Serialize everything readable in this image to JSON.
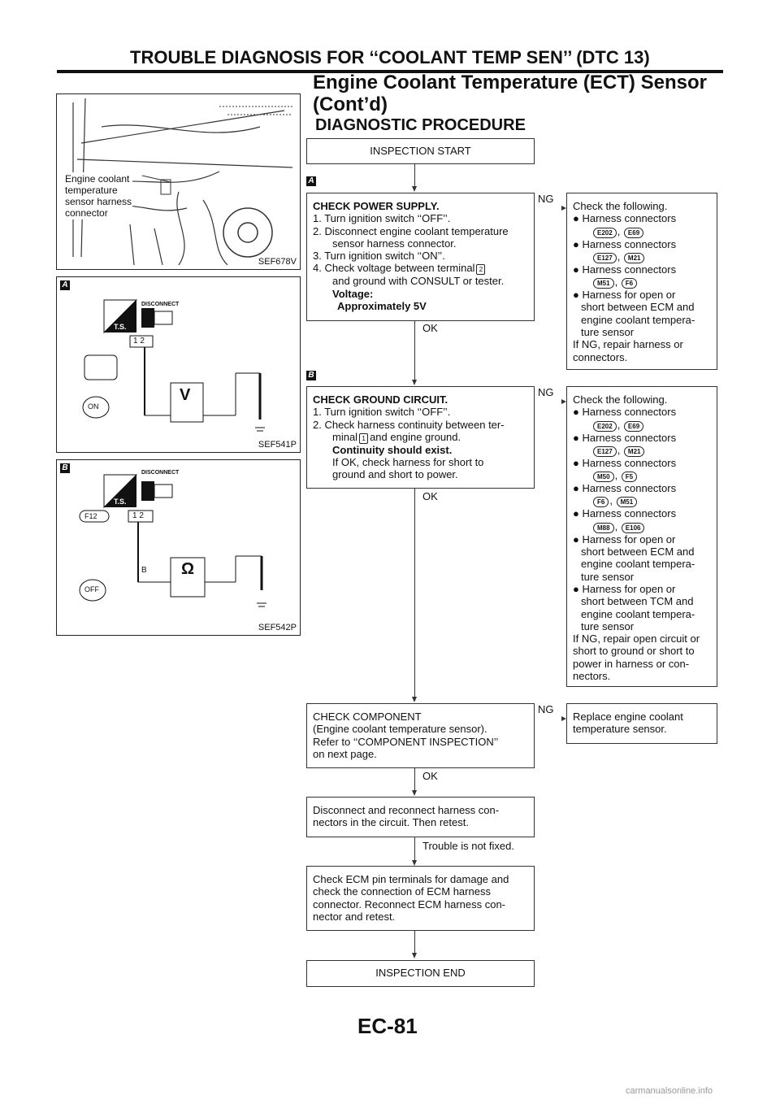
{
  "header": {
    "title": "TROUBLE DIAGNOSIS FOR ‘‘COOLANT TEMP SEN’’ (DTC 13)",
    "subtitle_line1": "Engine Coolant Temperature (ECT) Sensor",
    "subtitle_line2": "(Cont’d)"
  },
  "section_title": "DIAGNOSTIC PROCEDURE",
  "figures": {
    "photo": {
      "id": "SEF678V",
      "label_line1": "Engine coolant",
      "label_line2": "temperature",
      "label_line3": "sensor harness",
      "label_line4": "connector"
    },
    "fig_a": {
      "id": "SEF541P",
      "tag": "A",
      "disconnect": "DISCONNECT",
      "ts": "T.S.",
      "pins": "1 2",
      "meter": "V",
      "key": "ON"
    },
    "fig_b": {
      "id": "SEF542P",
      "tag": "B",
      "disconnect": "DISCONNECT",
      "ts": "T.S.",
      "conn": "F12",
      "pins": "1 2",
      "meter": "Ω",
      "wire": "B",
      "key": "OFF"
    }
  },
  "flow": {
    "start": "INSPECTION START",
    "step1": {
      "tag": "A",
      "title": "CHECK POWER SUPPLY.",
      "l1": "1. Turn ignition switch ‘‘OFF’’.",
      "l2": "2. Disconnect engine coolant temperature",
      "l3": "sensor harness connector.",
      "l4": "3. Turn ignition switch ‘‘ON’’.",
      "l5": "4. Check voltage between terminal",
      "pin": "2",
      "l6": "and ground with CONSULT or tester.",
      "l7": "Voltage:",
      "l8": "Approximately 5V",
      "ok": "OK",
      "ng": "NG"
    },
    "ng1": {
      "intro": "Check the following.",
      "b1": "Harness connectors",
      "c1a": "E202",
      "c1b": "E69",
      "b2": "Harness connectors",
      "c2a": "E127",
      "c2b": "M21",
      "b3": "Harness connectors",
      "c3a": "M51",
      "c3b": "F6",
      "b4a": "Harness for open or",
      "b4b": "short between ECM and",
      "b4c": "engine coolant tempera-",
      "b4d": "ture sensor",
      "e1": "If NG, repair harness or",
      "e2": "connectors."
    },
    "step2": {
      "tag": "B",
      "title": "CHECK GROUND CIRCUIT.",
      "l1": "1. Turn ignition switch ‘‘OFF’’.",
      "l2": "2. Check harness continuity between ter-",
      "l3a": "minal",
      "pin": "1",
      "l3b": "and engine ground.",
      "l4": "Continuity should exist.",
      "l5": "If OK, check harness for short to",
      "l6": "ground and short to power.",
      "ok": "OK",
      "ng": "NG"
    },
    "ng2": {
      "intro": "Check the following.",
      "b1": "Harness connectors",
      "c1a": "E202",
      "c1b": "E69",
      "b2": "Harness connectors",
      "c2a": "E127",
      "c2b": "M21",
      "b3": "Harness connectors",
      "c3a": "M50",
      "c3b": "F5",
      "b4": "Harness connectors",
      "c4a": "F6",
      "c4b": "M51",
      "b5": "Harness connectors",
      "c5a": "M88",
      "c5b": "E106",
      "b6a": "Harness for open or",
      "b6b": "short between ECM and",
      "b6c": "engine coolant tempera-",
      "b6d": "ture sensor",
      "b7a": "Harness for open or",
      "b7b": "short between TCM and",
      "b7c": "engine coolant tempera-",
      "b7d": "ture sensor",
      "e1": "If NG, repair open circuit or",
      "e2": "short to ground or short to",
      "e3": "power in harness or con-",
      "e4": "nectors."
    },
    "step3": {
      "l1": "CHECK COMPONENT",
      "l2": "(Engine coolant temperature sensor).",
      "l3": "Refer to ‘‘COMPONENT INSPECTION’’",
      "l4": "on next page.",
      "ok": "OK",
      "ng": "NG"
    },
    "ng3": {
      "l1": "Replace engine coolant",
      "l2": "temperature sensor."
    },
    "step4": {
      "l1": "Disconnect and reconnect harness con-",
      "l2": "nectors in the circuit. Then retest.",
      "result": "Trouble is not fixed."
    },
    "step5": {
      "l1": "Check ECM pin terminals for damage and",
      "l2": "check the connection of ECM harness",
      "l3": "connector. Reconnect ECM harness con-",
      "l4": "nector and retest."
    },
    "end": "INSPECTION END"
  },
  "page_number": "EC-81",
  "watermark": "carmanualsonline.info"
}
